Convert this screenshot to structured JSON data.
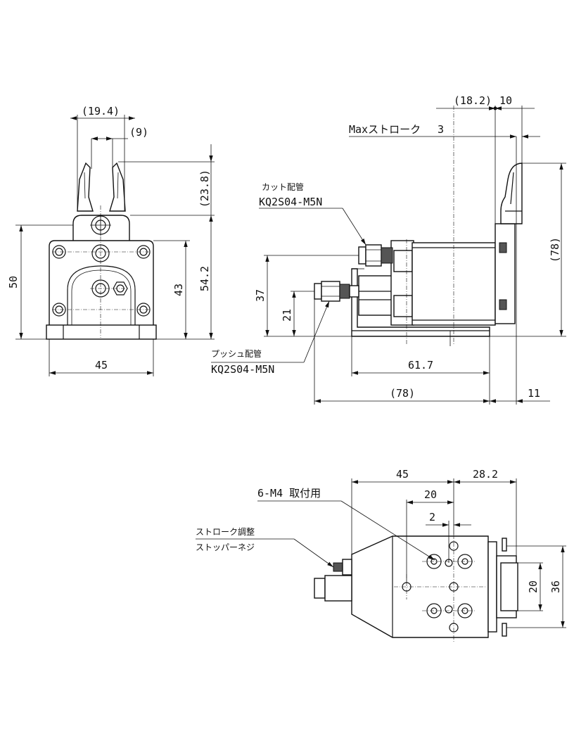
{
  "front_view": {
    "dims": {
      "width_19_4": "(19.4)",
      "width_9": "(9)",
      "height_23_8": "(23.8)",
      "height_50": "50",
      "height_43": "43",
      "height_54_2": "54.2",
      "width_45": "45"
    }
  },
  "side_view": {
    "dims": {
      "d_18_2": "(18.2)",
      "d_10": "10",
      "max_stroke_label": "Maxストローク",
      "max_stroke_value": "3",
      "d_78_h": "(78)",
      "d_37": "37",
      "d_21": "21",
      "d_61_7": "61.7",
      "d_78_w": "(78)",
      "d_11": "11"
    },
    "labels": {
      "cut_port_title": "カット配管",
      "cut_port_part": "KQ2S04-M5N",
      "push_port_title": "プッシュ配管",
      "push_port_part": "KQ2S04-M5N"
    }
  },
  "bottom_view": {
    "dims": {
      "d_45": "45",
      "d_28_2": "28.2",
      "d_20_top": "20",
      "d_2": "2",
      "d_20_v": "20",
      "d_36": "36"
    },
    "labels": {
      "mount_holes": "6-M4 取付用",
      "stroke_adjust_1": "ストローク調整",
      "stroke_adjust_2": "ストッパーネジ"
    }
  }
}
